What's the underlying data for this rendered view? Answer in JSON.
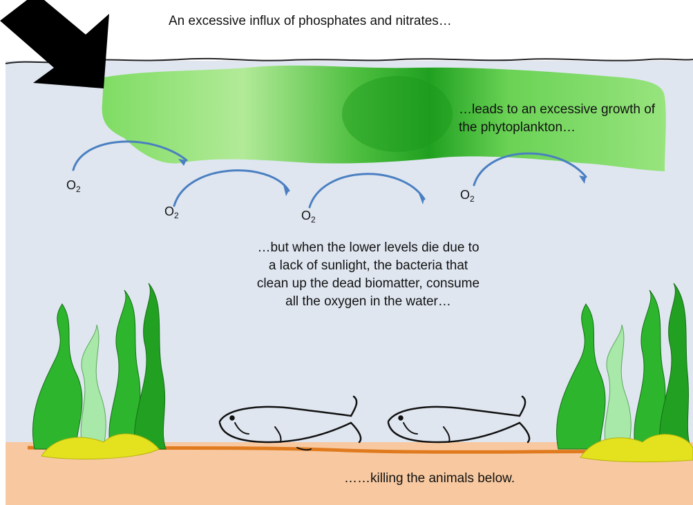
{
  "texts": {
    "top": "An excessive influx of phosphates and nitrates…",
    "phyto": "…leads to an excessive growth of the phytoplankton…",
    "bacteria": "…but when the lower levels die due to a lack of sunlight, the bacteria that clean up the dead biomatter, consume all the oxygen in the water…",
    "killing": "……killing the animals below."
  },
  "oxygen": {
    "symbol": "O",
    "subscript": "2"
  },
  "colors": {
    "water": "#dfe6f0",
    "sediment": "#f8c9a0",
    "sediment_edge": "#e07a1f",
    "algae_light": "#8fe07a",
    "algae_dark": "#1fa31f",
    "arrow_blue": "#4a7fc1",
    "weed_dark": "#2db52d",
    "weed_light": "#a8e8a8",
    "sand_yellow": "#e4e21e",
    "influx_arrow": "#000000"
  }
}
